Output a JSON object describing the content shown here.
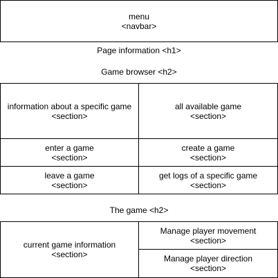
{
  "navbar": {
    "title": "menu",
    "tag": "<navbar>"
  },
  "page_heading": "Page information <h1>",
  "game_browser_heading": "Game browser <h2>",
  "browser_sections": [
    {
      "title": "information about a specific game",
      "tag": "<section>"
    },
    {
      "title": "all available game",
      "tag": "<section>"
    },
    {
      "title": "enter a game",
      "tag": "<section>"
    },
    {
      "title": "create a game",
      "tag": "<section>"
    },
    {
      "title": "leave a game",
      "tag": "<section>"
    },
    {
      "title": "get logs of a specific game",
      "tag": "<section>"
    }
  ],
  "game_heading": "The game <h2>",
  "game_sections": [
    {
      "title": "current game information",
      "tag": "<section>"
    },
    {
      "title": "Manage player movement",
      "tag": "<section>"
    },
    {
      "title": "Manage player direction",
      "tag": "<section>"
    }
  ]
}
